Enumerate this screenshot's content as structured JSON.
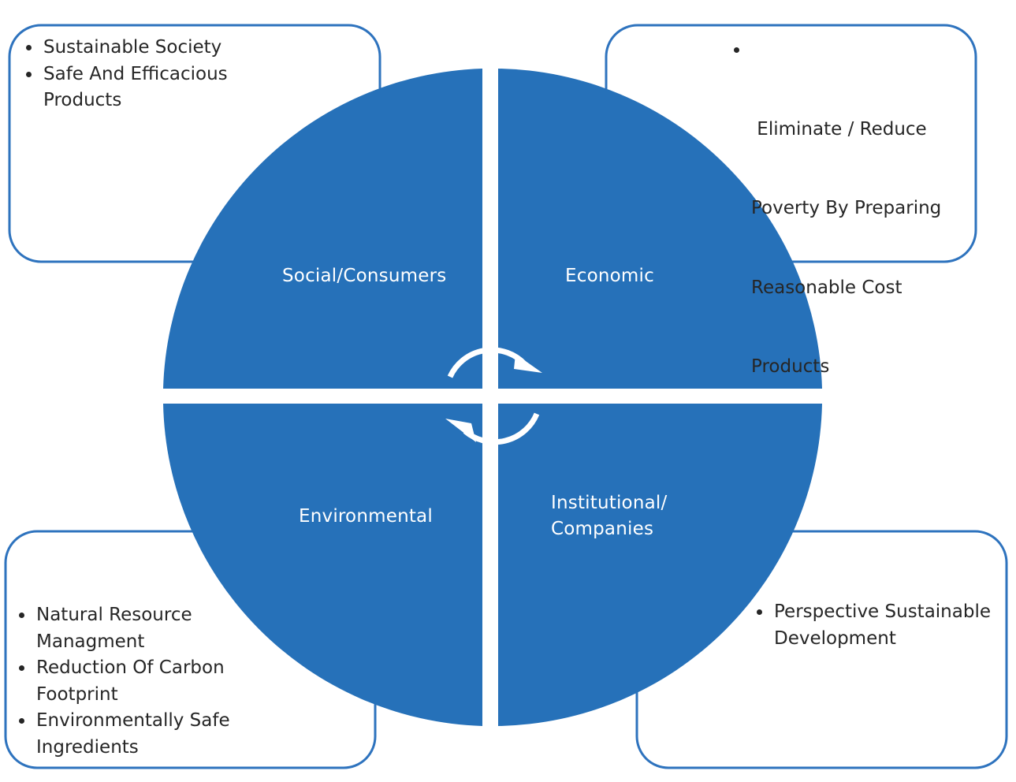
{
  "colors": {
    "circle": "#2671b9",
    "box_border": "#2e73be",
    "label_text": "#ffffff",
    "bullet_text": "#262626"
  },
  "quadrants": {
    "social": {
      "label": "Social/Consumers"
    },
    "economic": {
      "label": "Economic"
    },
    "environmental": {
      "label": "Environmental"
    },
    "institutional": {
      "label_line1": "Institutional/",
      "label_line2": "Companies"
    }
  },
  "boxes": {
    "top_left": {
      "items": [
        {
          "lines": [
            "Sustainable Society"
          ]
        },
        {
          "lines": [
            "Safe And Efficacious",
            "Products"
          ]
        }
      ]
    },
    "top_right": {
      "items": [
        {
          "lines": [
            " Eliminate / Reduce",
            "Poverty By Preparing",
            "Reasonable Cost",
            "Products"
          ]
        }
      ]
    },
    "bottom_left": {
      "items": [
        {
          "lines": [
            "Natural Resource",
            "Managment"
          ]
        },
        {
          "lines": [
            "Reduction Of Carbon",
            "Footprint"
          ]
        },
        {
          "lines": [
            "Environmentally Safe",
            "Ingredients"
          ]
        }
      ]
    },
    "bottom_right": {
      "items": [
        {
          "lines": [
            "Perspective Sustainable",
            "Development"
          ]
        }
      ]
    }
  },
  "cycle_icon": "circular-arrows-icon"
}
